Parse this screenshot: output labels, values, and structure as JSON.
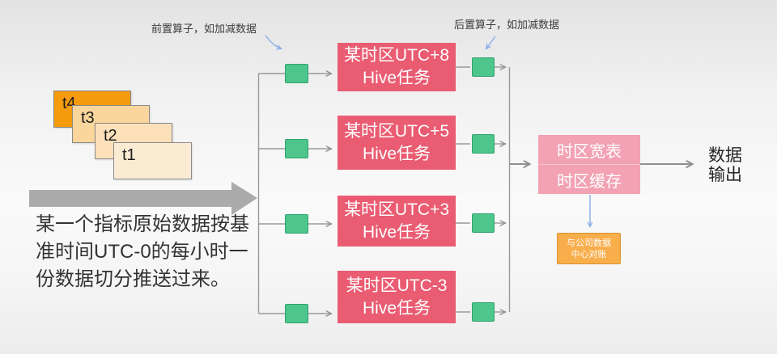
{
  "annotations": {
    "pre_operator": "前置算子，如加减数据",
    "post_operator": "后置算子，如加减数据"
  },
  "source_stack": {
    "cards": [
      {
        "label": "t4"
      },
      {
        "label": "t3"
      },
      {
        "label": "t2"
      },
      {
        "label": "t1"
      }
    ],
    "caption": {
      "line1": "某一个指标原始数据按基",
      "line2": "准时间UTC-0的每小时一",
      "line3": "份数据切分推送过来。"
    }
  },
  "task_boxes": [
    {
      "title": "某时区UTC+8",
      "subtitle": "Hive任务"
    },
    {
      "title": "某时区UTC+5",
      "subtitle": "Hive任务"
    },
    {
      "title": "某时区UTC+3",
      "subtitle": "Hive任务"
    },
    {
      "title": "某时区UTC-3",
      "subtitle": "Hive任务"
    }
  ],
  "aggregate_box": {
    "row1": "时区宽表",
    "row2": "时区缓存"
  },
  "reconcile_box": {
    "line1": "与公司数据",
    "line2": "中心对账"
  },
  "output_label": {
    "line1": "数据",
    "line2": "输出"
  },
  "colors": {
    "task_box": "#E95C72",
    "aggregate_box": "#F2A2B2",
    "aggregate_divider": "#F7C3CE",
    "operator_square_fill": "#4EC58C",
    "operator_square_border": "#2FA36D",
    "reconcile_fill": "#F8AE4B",
    "reconcile_border": "#DB9330",
    "card_t4": "#F59B0E",
    "card_t3": "#FAD69C",
    "card_t2": "#FBE0BA",
    "card_t1": "#FAEBD3",
    "connector_gray": "#9A9A9A",
    "big_arrow_gray": "#ABABAB",
    "annotation_arrow_blue": "#88ACE8",
    "caption_text": "#333333"
  }
}
